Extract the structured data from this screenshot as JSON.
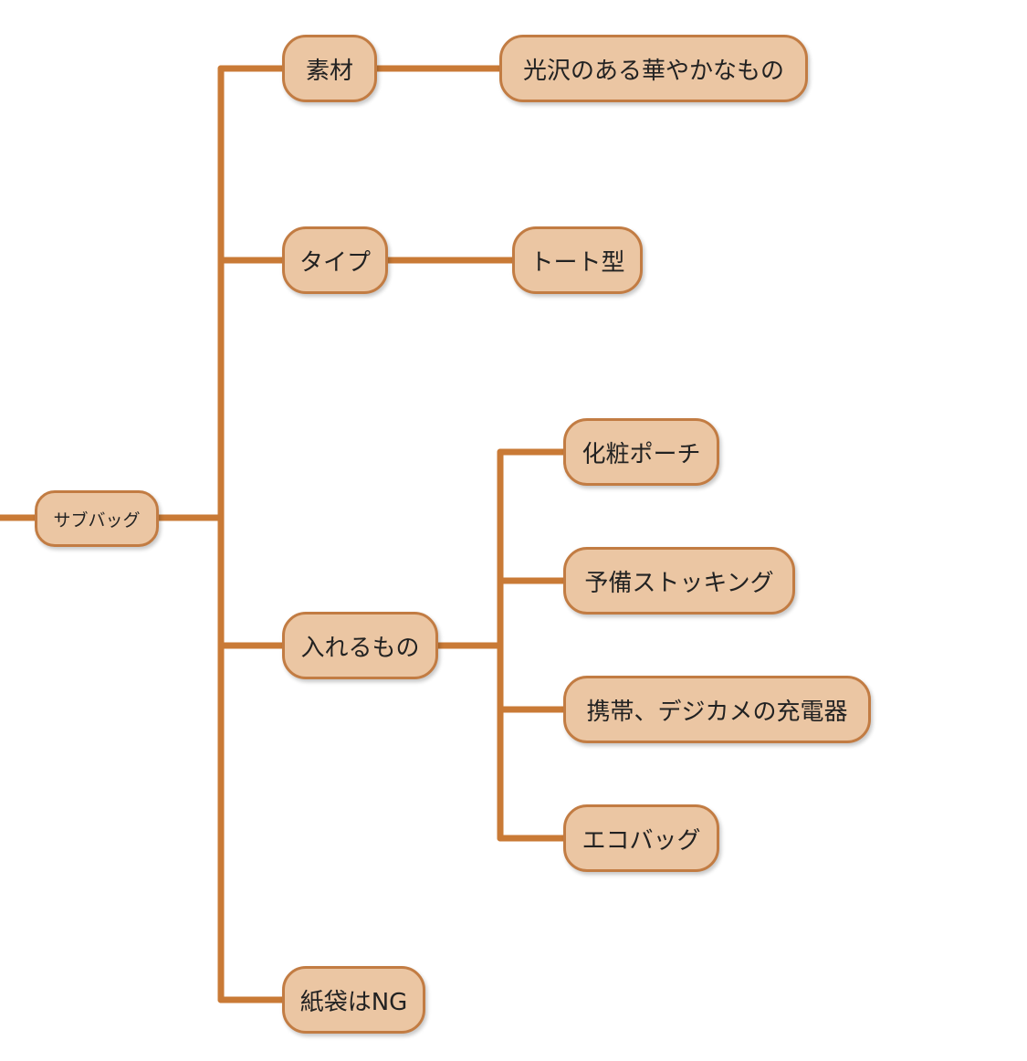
{
  "mindmap": {
    "root": "サブバッグ",
    "branches": {
      "material": {
        "label": "素材",
        "children": [
          "光沢のある華やかなもの"
        ]
      },
      "type": {
        "label": "タイプ",
        "children": [
          "トート型"
        ]
      },
      "contents": {
        "label": "入れるもの",
        "children": [
          "化粧ポーチ",
          "予備ストッキング",
          "携帯、デジカメの充電器",
          "エコバッグ"
        ]
      },
      "paper_bag": {
        "label": "紙袋はNG",
        "children": []
      }
    },
    "colors": {
      "node_fill": "#ebc6a3",
      "node_border": "#c27c43",
      "connector": "#c97a36",
      "text": "#222222"
    }
  }
}
